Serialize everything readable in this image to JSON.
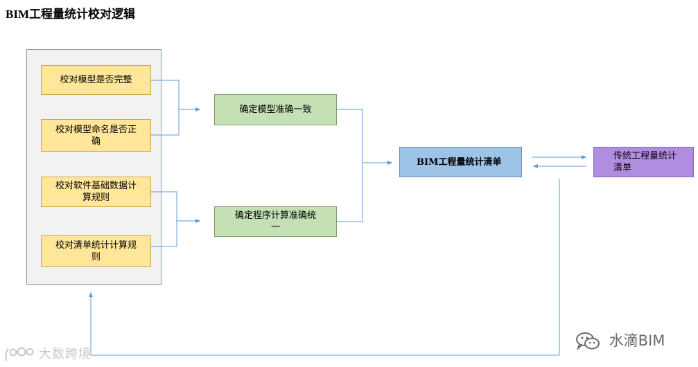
{
  "title": "BIM工程量统计校对逻辑",
  "checks": [
    {
      "label": "校对模型是否完整"
    },
    {
      "label": "校对模型命名是否正确"
    },
    {
      "label": "校对软件基础数据计算规则"
    },
    {
      "label": "校对清单统计计算规则"
    }
  ],
  "outcomes": [
    {
      "label": "确定模型准确一致"
    },
    {
      "label": "确定程序计算准确统一"
    }
  ],
  "bim_list": {
    "label": "BIM工程量统计清单"
  },
  "traditional_list": {
    "label": "传统工程量统计清单"
  },
  "watermarks": {
    "left": "大数跨境",
    "right": "水滴BIM"
  },
  "colors": {
    "check_box": "#ffe699",
    "outcome_box": "#c5e0b4",
    "bim_box": "#9dc3e6",
    "traditional_box": "#b18de0",
    "panel": "#f2f2f2",
    "connector": "#5b9bd5"
  }
}
